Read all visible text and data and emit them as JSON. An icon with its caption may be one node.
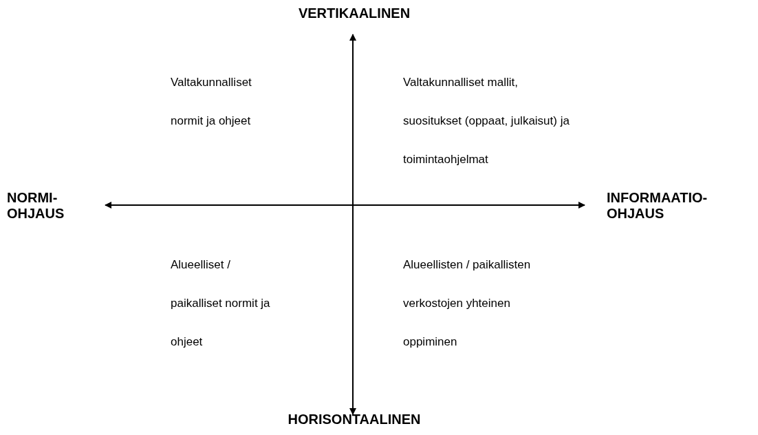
{
  "diagram": {
    "labels": [
      "VERTIKAALINEN",
      "Valtakunnalliset normit ja ohjeet",
      "Valtakunnalliset mallit, suositukset (oppaat, julkaisut) ja toimintaohjelmat",
      "NORMI- OHJAUS",
      "INFORMAATIO- OHJAUS",
      "Alueelliset / paikalliset normit ja ohjeet",
      "Alueellisten / paikallisten verkostojen yhteinen oppiminen",
      "HORISONTAALINEN"
    ]
  }
}
